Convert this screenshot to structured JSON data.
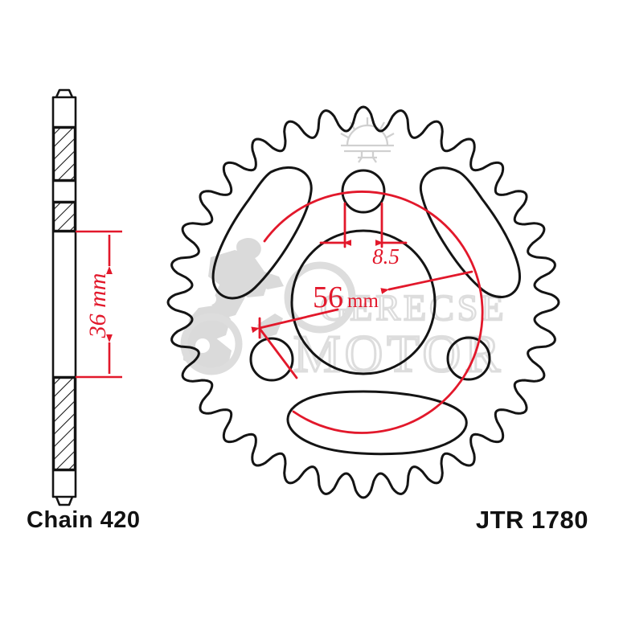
{
  "drawing": {
    "title": "JTR 1780 rear sprocket technical drawing",
    "colors": {
      "line": "#141414",
      "dimension": "#e2182b",
      "watermark": "#c9c9c9",
      "background": "#ffffff"
    }
  },
  "labels": {
    "chain": "Chain 420",
    "part_number": "JTR 1780"
  },
  "dimensions": {
    "thickness": {
      "value": "36",
      "unit": "mm",
      "display": "36 mm",
      "orientation": "vertical",
      "view": "side-profile"
    },
    "bolt_hole": {
      "value": "8.5",
      "unit": "",
      "display": "8.5",
      "orientation": "horizontal",
      "view": "face"
    },
    "bolt_circle": {
      "value": "56",
      "unit": "mm",
      "display": "56 mm",
      "orientation": "horizontal",
      "view": "face"
    }
  },
  "watermark": {
    "line1": "GERECSE",
    "line2": "MOTOR",
    "graphic": "motocross-rider-silhouette"
  },
  "sprocket": {
    "teeth_count": 32,
    "bolt_holes": 3,
    "cutouts": 3,
    "views": [
      "side-section",
      "face"
    ]
  }
}
